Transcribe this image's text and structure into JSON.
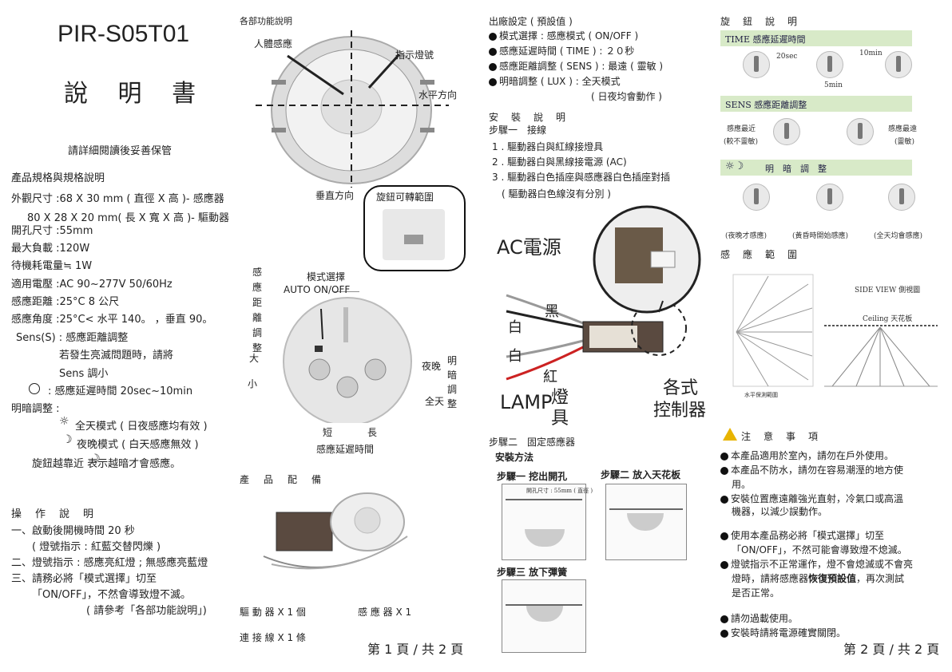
{
  "page1": {
    "model": "PIR-S05T01",
    "manual_title": "說 明 書",
    "read_note": "請詳細閱讀後妥善保管",
    "spec_heading": "產品規格與規格說明",
    "specs": [
      "外觀尺寸 :68 X 30 mm ( 直徑 X 高 )- 感應器",
      "80 X 28 X 20 mm( 長 X 寬 X 高 )- 驅動器",
      "開孔尺寸 :55mm",
      "最大負載 :120W",
      "待機耗電量≒ 1W",
      "適用電壓 :AC 90~277V 50/60Hz",
      "感應距離 :25°C  8 公尺",
      "感應角度 :25°C< 水平 140。 ，垂直 90。",
      "Sens(S) : 感應距離調整",
      "若發生亮滅問題時，請將",
      "Sens 調小",
      ": 感應延遲時間 20sec~10min",
      "明暗調整 :",
      "全天模式 ( 日夜感應均有效 )",
      "夜晚模式 ( 白天感應無效 )",
      "旋鈕越靠近       表示越暗才會感應。"
    ],
    "op_heading": "操　作　說　明",
    "ops": [
      "一、啟動後開機時間 20 秒",
      "( 燈號指示 : 紅藍交替閃爍 )",
      "二、燈號指示 : 感應亮紅燈 ; 無感應亮藍燈",
      "三、請務必將「模式選擇」切至",
      "「ON/OFF」，不然會導致燈不滅。",
      "( 請參考「各部功能說明」)"
    ],
    "func_heading": "各部功能說明",
    "func_labels": {
      "sensor": "人體感應",
      "indicator": "指示燈號",
      "horizontal": "水平方向",
      "vertical": "垂直方向",
      "rotate": "旋鈕可轉範圍"
    },
    "dial_labels": {
      "mode": "模式選擇",
      "auto_onoff": "AUTO        ON/OFF",
      "sens_vert": "感應距離調整",
      "big": "大",
      "small": "小",
      "bright_vert": "明暗調整",
      "night": "夜晚",
      "allday": "全天",
      "short": "短",
      "long": "長",
      "delay": "感應延遲時間"
    },
    "contents_heading": "產　品　配　備",
    "contents": [
      "驅 動 器 X 1 個",
      "感 應 器 X 1",
      "連 接 線 X 1 條"
    ],
    "page_no": "第 1 頁 / 共 2 頁"
  },
  "page2": {
    "factory_heading": "出廠設定 ( 預設值 )",
    "factory": [
      "模式選擇 : 感應模式 ( ON/OFF )",
      "感應延遲時間 ( TIME ) : ２０秒",
      "感應距離調整 ( SENS ) : 最遠 ( 靈敏 )",
      "明暗調整 ( LUX ) : 全天模式",
      "( 日夜均會動作 )"
    ],
    "install_heading": "安　裝　說　明",
    "step1": "步驟一　接線",
    "wiring": [
      "1 . 驅動器白與紅線接燈具",
      "2 . 驅動器白與黑線接電源 (AC)",
      "3 . 驅動器白色插座與感應器白色插座對插",
      "( 驅動器白色線沒有分別 )"
    ],
    "wire_labels": {
      "ac": "AC電源",
      "black": "黑",
      "white1": "白",
      "white2": "白",
      "red": "紅",
      "lamp": "LAMP",
      "lamp2": "燈",
      "lamp3": "具",
      "ctrl1": "各式",
      "ctrl2": "控制器"
    },
    "step2": "步驟二　固定感應器",
    "method": "安裝方法",
    "sub_steps": [
      "步驟一  挖出開孔",
      "步驟二  放入天花板",
      "步驟三  放下彈簧"
    ],
    "hole_note": "開孔尺寸 : 55mm ( 直徑 )",
    "knob_heading": "旋　鈕　說　明",
    "time_band": "TIME  感應延遲時間",
    "time_marks": [
      "20sec",
      "10min",
      "5min"
    ],
    "sens_band": "SENS  感應距離調整",
    "sens_near": "感應最近",
    "sens_near2": "(較不靈敏)",
    "sens_far": "感應最遠",
    "sens_far2": "(靈敏)",
    "lux_band": "明　暗　調　整",
    "lux_notes": [
      "(夜晚才感應)",
      "(黃昏時開始感應)",
      "(全天均會感應)"
    ],
    "range_heading": "感　應　範　圍",
    "side_view": "SIDE VIEW  側視圖",
    "ceiling": "Ceiling  天花板",
    "horiz_caption": "水平保測範圍",
    "caution_heading": "注　意　事　項",
    "cautions": [
      "本產品適用於室內，請勿在戶外使用。",
      "本產品不防水，請勿在容易潮溼的地方使",
      "用。",
      "安裝位置應遠離強光直射，冷氣口或高溫",
      "機器，以減少誤動作。"
    ],
    "cautions2": [
      "使用本產品務必將「模式選擇」切至",
      "「ON/OFF」，不然可能會導致燈不熄滅。",
      "燈號指示不正常運作，燈不會熄滅或不會亮",
      "燈時，請將感應器",
      "恢復預設值",
      "，再次測試",
      "是否正常。"
    ],
    "cautions3": [
      "請勿過載使用。",
      "安裝時請將電源確實關閉。"
    ],
    "page_no": "第 2 頁 / 共 2 頁"
  }
}
